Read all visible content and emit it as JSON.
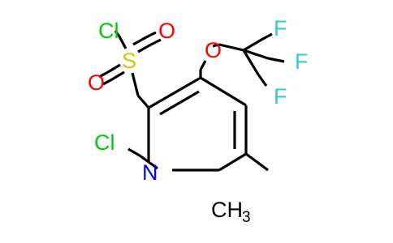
{
  "colors": {
    "background": "#ffffff",
    "bond": "#000000",
    "chlorine": "#00cc00",
    "oxygen": "#ff0000",
    "sulfur": "#cccc00",
    "nitrogen": "#0000ff",
    "fluorine": "#33cccc",
    "carbon": "#000000"
  },
  "atoms": {
    "cl_sulfonyl": "Cl",
    "s": "S",
    "o_left": "O",
    "o_top": "O",
    "o_ether": "O",
    "f_top": "F",
    "f_right": "F",
    "f_bottom": "F",
    "cl_ring": "Cl",
    "n": "N",
    "methyl_c": "CH",
    "methyl_sub": "3"
  }
}
